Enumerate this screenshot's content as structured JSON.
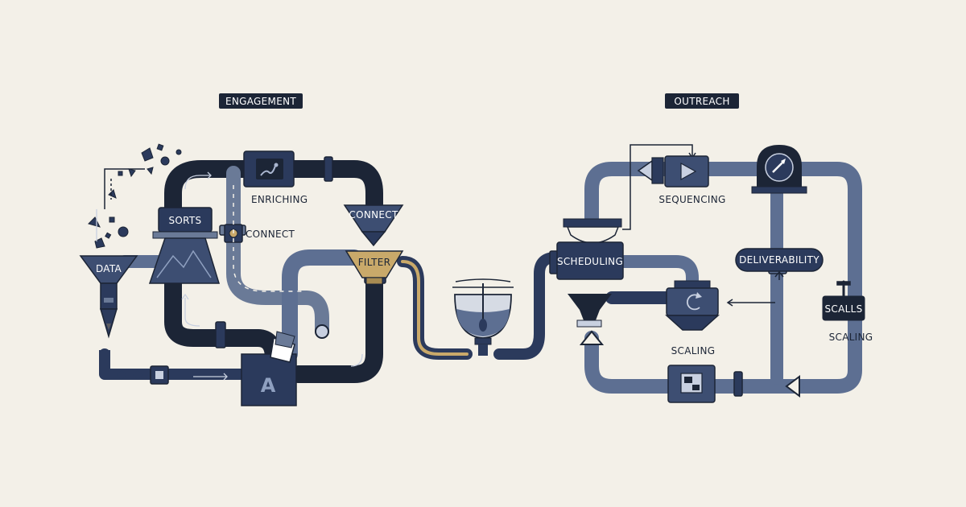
{
  "sections": {
    "engagement": "ENGAGEMENT",
    "outreach": "OUTREACH"
  },
  "stages": {
    "data": "DATA",
    "sorts": "SORTS",
    "enriching": "ENRICHING",
    "connect_side": "CONNECT",
    "connect_funnel": "CONNECT",
    "filter": "FILTER",
    "scheduling": "SCHEDULING",
    "sequencing": "SEQUENCING",
    "deliverability": "DELIVERABILITY",
    "scaling_center": "SCALING",
    "scalls": "SCALLS",
    "scaling_right": "SCALING"
  },
  "colors": {
    "background": "#f3f0e8",
    "pipe_dark": "#1c2536",
    "pipe_mid": "#5d6f92",
    "node_navy": "#2b3a5c",
    "accent_gold": "#c9a96a"
  }
}
